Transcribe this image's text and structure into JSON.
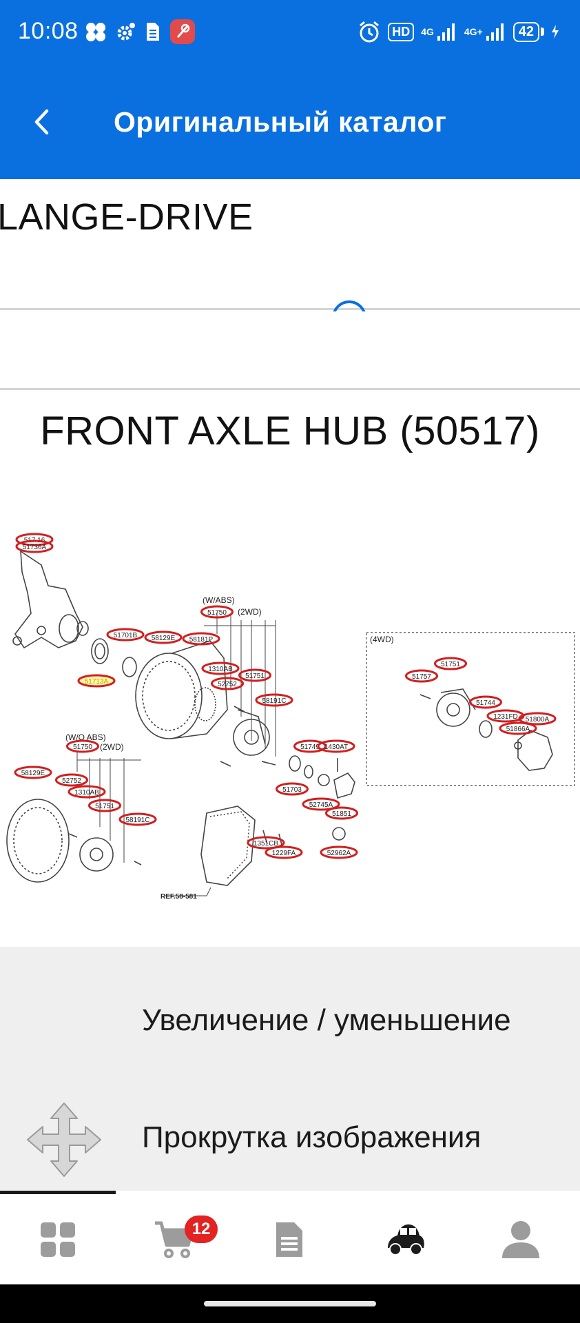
{
  "status_bar": {
    "time": "10:08",
    "left_icons": [
      "cluster-app-icon",
      "settings-gear-icon",
      "sim-card-icon",
      "no-location-app-icon"
    ],
    "hd": "HD",
    "network_1": "4G",
    "network_2": "4G+",
    "battery": "42"
  },
  "app_bar": {
    "title": "Оригинальный каталог",
    "background": "#0a70e0"
  },
  "catalog": {
    "model_line": "LANGE-DRIVE",
    "section_title": "FRONT AXLE HUB (50517)"
  },
  "diagram": {
    "variant_labels": {
      "wabs": "(W/ABS)",
      "woabs": "(W/O ABS)",
      "twowd_a": "(2WD)",
      "twowd_b": "(2WD)",
      "fourwd": "(4WD)",
      "ref": "REF.58-581"
    },
    "callouts": [
      "517 16",
      "51736A",
      "51750",
      "51701B",
      "58129E",
      "58181P",
      "1310AB",
      "52752",
      "51751",
      "58191C",
      "51713A",
      "51750",
      "58129E",
      "52752",
      "1310AB",
      "51751",
      "58191C",
      "51749",
      "1430AT",
      "51703",
      "52745A",
      "51851",
      "1351CB",
      "1229FA",
      "52962A",
      "51751",
      "51757",
      "51744",
      "1231FD",
      "51800A",
      "51866A"
    ]
  },
  "controls": {
    "zoom_label": "Увеличение / уменьшение",
    "pan_label": "Прокрутка изображения"
  },
  "bottom_nav": {
    "items": [
      "grid-menu-icon",
      "shopping-cart-icon",
      "document-icon",
      "car-icon",
      "user-profile-icon"
    ],
    "cart_count": "12",
    "active_index": 0
  }
}
